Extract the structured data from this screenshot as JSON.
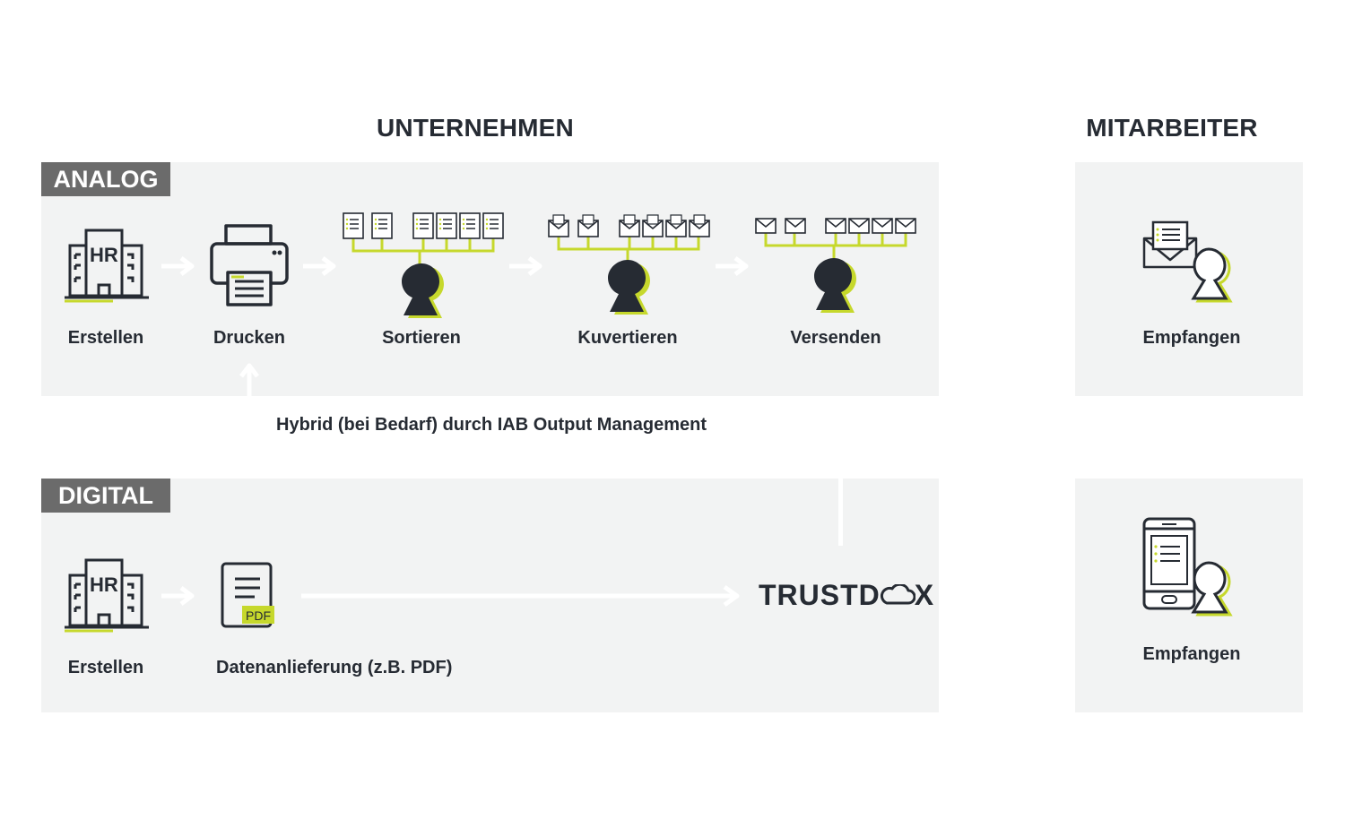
{
  "headings": {
    "company": "UNTERNEHMEN",
    "employee": "MITARBEITER"
  },
  "analog": {
    "tag": "ANALOG",
    "steps": [
      "Erstellen",
      "Drucken",
      "Sortieren",
      "Kuvertieren",
      "Versenden"
    ]
  },
  "hybrid": {
    "label": "Hybrid (bei Bedarf) durch IAB Output Management"
  },
  "digital": {
    "tag": "DIGITAL",
    "steps": [
      "Erstellen",
      "Datenanlieferung (z.B. PDF)"
    ],
    "logo_text_a": "TRUSTD",
    "logo_text_b": "X",
    "pdf_badge": "PDF"
  },
  "employee": {
    "analog_label": "Empfangen",
    "digital_label": "Empfangen"
  },
  "building_badge": "HR",
  "colors": {
    "accent": "#c6d82c",
    "dark": "#262b33",
    "panel": "#f2f3f3",
    "tag": "#6b6b6b",
    "arrow": "#ffffff"
  }
}
